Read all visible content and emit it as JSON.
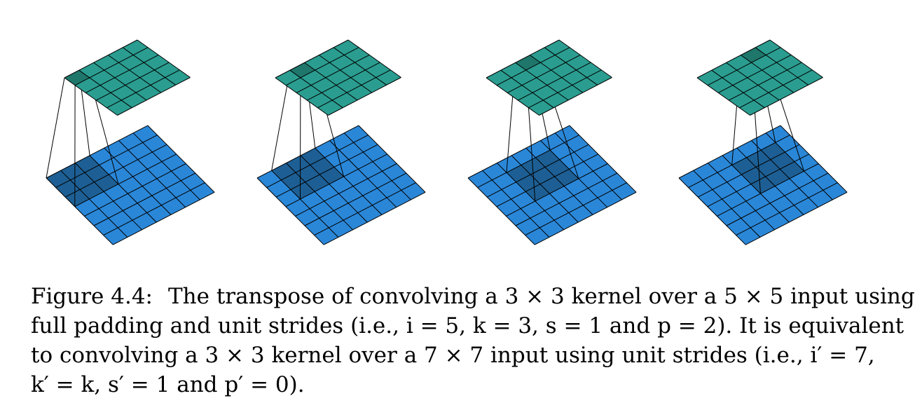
{
  "figure": {
    "panels": [
      {
        "kernel_row": 0,
        "kernel_col": 0,
        "output_row": 0,
        "output_col": 0
      },
      {
        "kernel_row": 0,
        "kernel_col": 1,
        "output_row": 0,
        "output_col": 1
      },
      {
        "kernel_row": 1,
        "kernel_col": 2,
        "output_row": 0,
        "output_col": 2
      },
      {
        "kernel_row": 1,
        "kernel_col": 3,
        "output_row": 0,
        "output_col": 3
      }
    ],
    "input_size": 7,
    "output_size": 5,
    "kernel_size": 3,
    "colors": {
      "input": "#2a87d8",
      "input_kernel": "#1d5f94",
      "output": "#2a9d90",
      "output_highlight": "#1f766b",
      "grid_line": "#000000"
    }
  },
  "caption": {
    "label": "Figure 4.4:",
    "line1": "The transpose of convolving a 3 × 3 kernel over a 5 × 5 input using",
    "line2": "full padding and unit strides (i.e., i = 5, k = 3, s = 1 and p = 2). It is equivalent",
    "line3": "to convolving a 3 × 3 kernel over a 7 × 7 input using unit strides (i.e., i′ = 7,",
    "line4": "k′ = k, s′ = 1 and p′ = 0)."
  }
}
